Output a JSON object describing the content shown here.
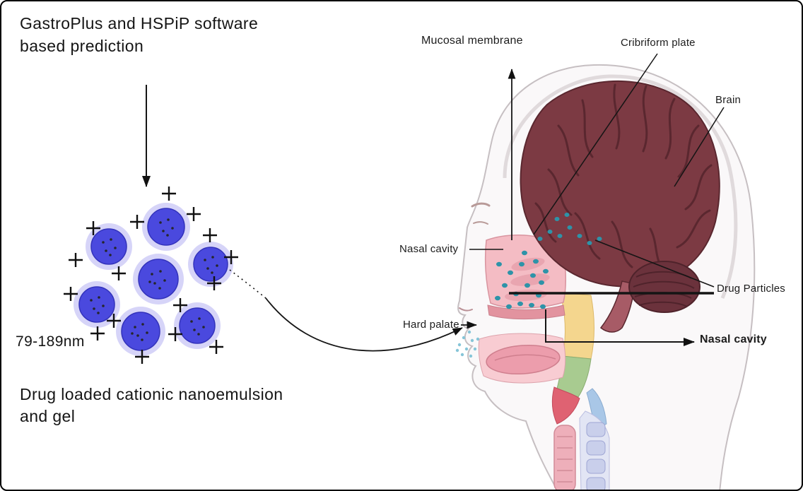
{
  "figure": {
    "title_left": "GastroPlus and HSPiP software\nbased prediction",
    "particle_size": "79-189nm",
    "caption_left": "Drug loaded cationic nanoemulsion\nand gel"
  },
  "anatomy_labels": {
    "mucosal_membrane": "Mucosal membrane",
    "cribriform_plate": "Cribriform plate",
    "brain": "Brain",
    "nasal_cavity_upper": "Nasal cavity",
    "hard_palate": "Hard palate",
    "drug_particles": "Drug Particles",
    "nasal_cavity_lower": "Nasal cavity"
  },
  "colors": {
    "nanoparticle_core": "#4a49de",
    "nanoparticle_halo": "#cfcdf7",
    "brain_fill": "#7c3a43",
    "cerebellum_fill": "#6b323c",
    "drug_particle": "#2e93a8",
    "nasal_cavity_fill": "#f4bcc4",
    "line_color": "#1a1a1a"
  }
}
